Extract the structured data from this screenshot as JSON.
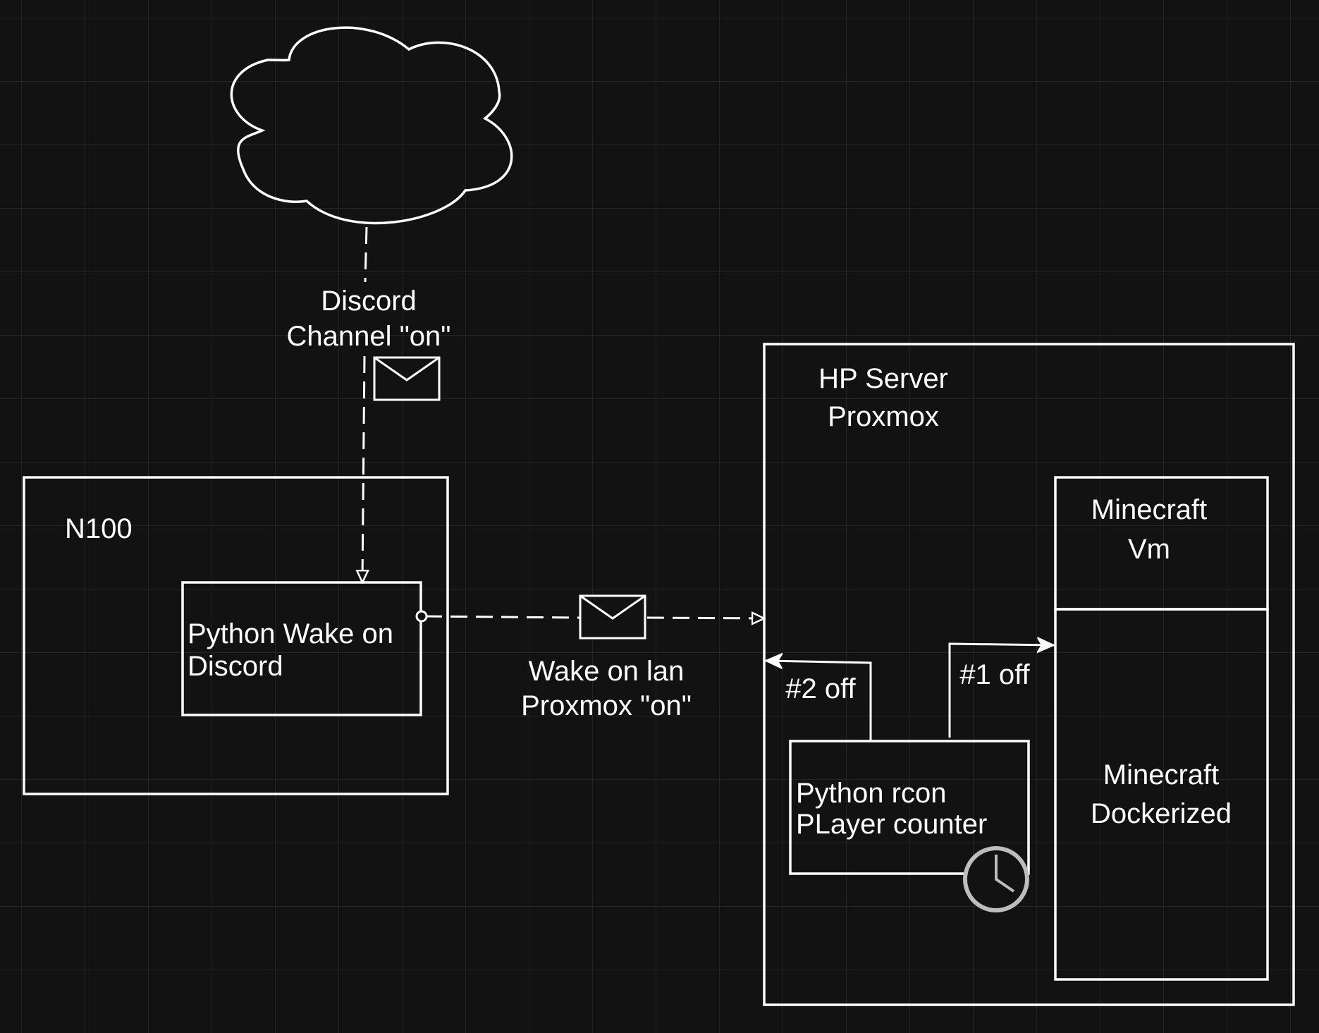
{
  "colors": {
    "background": "#121212",
    "grid": "#2a2a2a",
    "stroke": "#ffffff",
    "clock": "#bdbdbd"
  },
  "nodes": {
    "cloud": {
      "icon": "cloud-icon"
    },
    "n100": {
      "label": "N100"
    },
    "python_wake": {
      "line1": "Python Wake on",
      "line2": "Discord"
    },
    "hp_server": {
      "line1": "HP Server",
      "line2": "Proxmox"
    },
    "minecraft_vm": {
      "line1": "Minecraft",
      "line2": "Vm"
    },
    "minecraft_docker": {
      "line1": "Minecraft",
      "line2": "Dockerized"
    },
    "python_rcon": {
      "line1": "Python rcon",
      "line2": "PLayer counter",
      "icon": "clock-icon"
    }
  },
  "edges": {
    "discord_channel": {
      "line1": "Discord",
      "line2": "Channel \"on\"",
      "icon": "envelope-icon"
    },
    "wake_on_lan": {
      "line1": "Wake on lan",
      "line2": "Proxmox \"on\"",
      "icon": "envelope-icon"
    },
    "off_2": {
      "label": "#2 off"
    },
    "off_1": {
      "label": "#1 off"
    }
  }
}
